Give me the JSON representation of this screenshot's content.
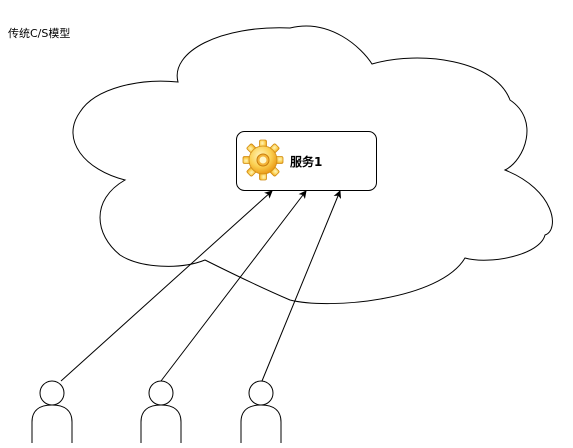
{
  "diagram": {
    "title": "传统C/S模型",
    "service": {
      "label": "服务1",
      "icon": "gear-icon"
    },
    "cloud": {
      "icon": "cloud-shape"
    },
    "clients": [
      {
        "icon": "user-icon"
      },
      {
        "icon": "user-icon"
      },
      {
        "icon": "user-icon"
      }
    ],
    "colors": {
      "stroke": "#000000",
      "fill": "#ffffff",
      "gear_light": "#fde88a",
      "gear_dark": "#f2a316"
    }
  }
}
